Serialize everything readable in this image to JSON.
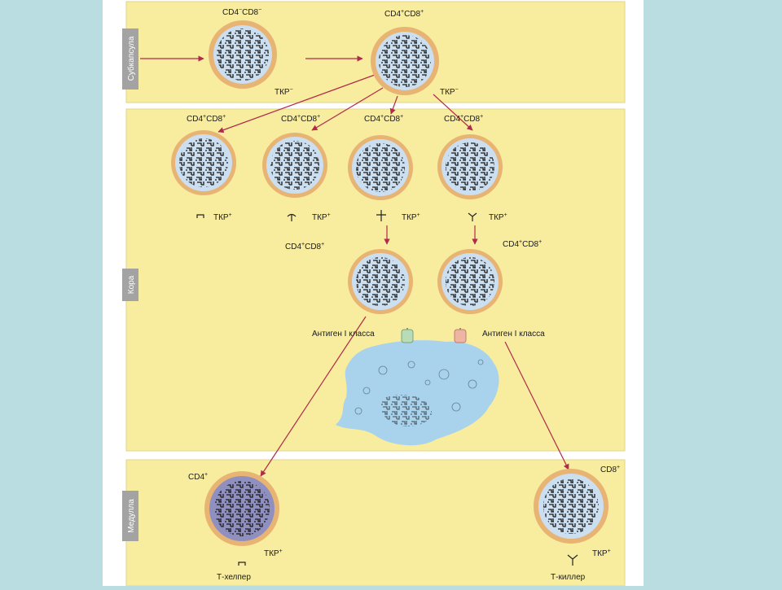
{
  "zones": {
    "subcapsule": "Субкапсула",
    "cortex": "Кора",
    "medulla": "Медулла"
  },
  "labels": {
    "dn_cd4": "CD4",
    "dn_cd4_sup": "−",
    "dn_cd8": "CD8",
    "dn_cd8_sup": "−",
    "dp_cd4": "CD4",
    "dp_cd4_sup": "+",
    "dp_cd8": "CD8",
    "dp_cd8_sup": "+",
    "tcr": "ТКР",
    "tcr_neg_sup": "−",
    "tcr_pos_sup": "+",
    "sel_cd4": "CD4",
    "sel_cd4_sup": "+",
    "sel_cd8": "CD8",
    "sel_cd8_sup": "+",
    "antigen_class": "Антиген I класса",
    "single_cd4": "CD4",
    "single_cd4_sup": "+",
    "single_cd8": "CD8",
    "single_cd8_sup": "+",
    "t_helper": "Т-хелпер",
    "t_killer": "Т-киллер"
  },
  "colors": {
    "background": "#b9dde0",
    "zone_fill": "#f8ec9e",
    "zone_label_bg": "#a3a3a3",
    "cell_ring": "#e7b473",
    "cell_fill": "#ccdff0",
    "helper_fill": "#8f8fc0",
    "arrow": "#b02a4a",
    "apc_fill": "#a9d3ec",
    "receptor_green": "#b8dcb8",
    "receptor_pink": "#eeb4a4"
  }
}
